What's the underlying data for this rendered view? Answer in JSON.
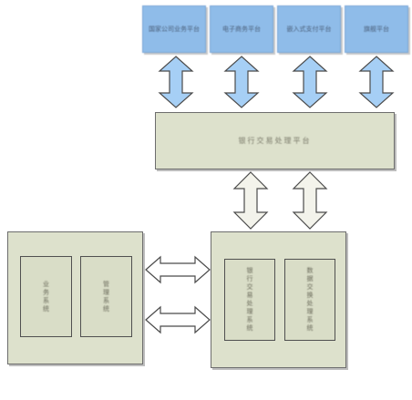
{
  "top_modules": [
    {
      "label": "国家公司业务平台"
    },
    {
      "label": "电子商务平台"
    },
    {
      "label": "嵌入式支付平台"
    },
    {
      "label": "旗舰平台"
    }
  ],
  "hub": {
    "label": "银行交易处理平台"
  },
  "left_panel": {
    "inner": [
      {
        "label": "业务系统"
      },
      {
        "label": "管理系统"
      }
    ]
  },
  "right_panel": {
    "inner": [
      {
        "label": "银行交易处理系统"
      },
      {
        "label": "数据交换处理系统"
      }
    ]
  },
  "colors": {
    "top_box_fill": "#8fbce9",
    "vertical_arrow_fill": "#a6cff5",
    "panel_fill": "#dde1cc",
    "light_arrow_fill": "#f3f3eb"
  }
}
